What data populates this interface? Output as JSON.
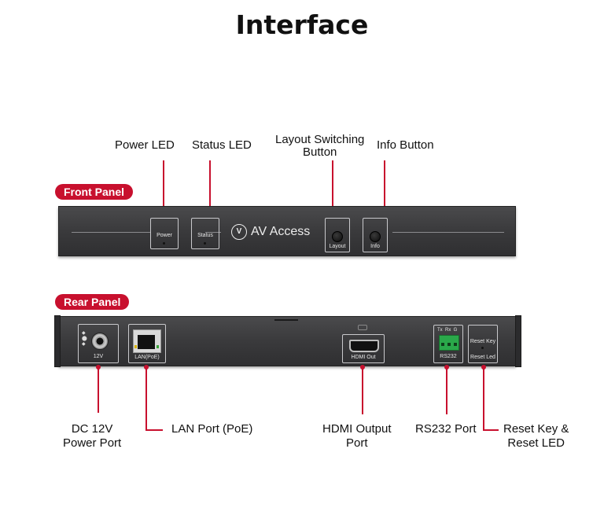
{
  "title": "Interface",
  "front_panel": {
    "tag": "Front Panel",
    "logo": "AV Access",
    "power_label": "Power",
    "status_label": "Status",
    "layout_label": "Layout",
    "info_label": "Info"
  },
  "rear_panel": {
    "tag": "Rear Panel",
    "dc_label": "12V",
    "lan_label": "LAN(PoE)",
    "hdmi_label": "HDMI Out",
    "rs232_label": "RS232",
    "rs232_pins": "Tx  Rx  G",
    "reset_key_label": "Reset Key",
    "reset_led_label": "Reset Led"
  },
  "callouts": {
    "power_led": "Power LED",
    "status_led": "Status LED",
    "layout_button_line1": "Layout Switching",
    "layout_button_line2": "Button",
    "info_button": "Info Button",
    "dc_line1": "DC 12V",
    "dc_line2": "Power Port",
    "lan_port": "LAN Port (PoE)",
    "hdmi_line1": "HDMI Output",
    "hdmi_line2": "Port",
    "rs232_port": "RS232 Port",
    "reset_line1": "Reset Key &",
    "reset_line2": "Reset LED"
  },
  "colors": {
    "accent": "#c8102e",
    "device": "#3d3d3f"
  }
}
